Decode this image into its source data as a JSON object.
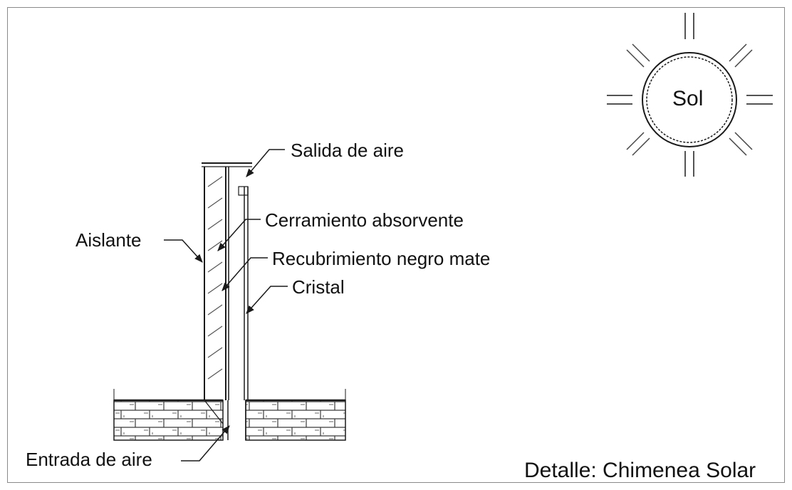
{
  "diagram": {
    "title": "Detalle: Chimenea Solar",
    "sun": {
      "label": "Sol"
    },
    "labels": {
      "air_outlet": "Salida de aire",
      "absorbent_wall": "Cerramiento absorvente",
      "insulation": "Aislante",
      "black_coating": "Recubrimiento negro mate",
      "glass": "Cristal",
      "air_inlet": "Entrada de aire"
    },
    "colors": {
      "line": "#1a1a1a",
      "hatch": "#555555",
      "frame": "#8a8a8a"
    }
  }
}
